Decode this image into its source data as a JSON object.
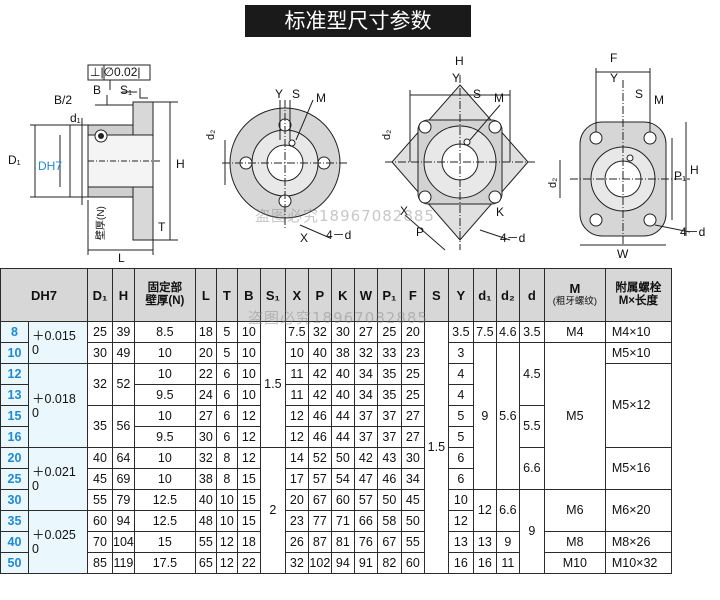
{
  "title": "标准型尺寸参数",
  "watermark": "盗图必究18967082885",
  "drawing_labels": {
    "tolerance_frame": "⊥|∅0.02|",
    "b_half": "B/2",
    "b": "B",
    "s1": "S₁",
    "d1": "d₁",
    "D1": "D₁",
    "DH7": "DH7",
    "wall": "壁厚(N)",
    "L": "L",
    "T": "T",
    "H": "H",
    "Y": "Y",
    "S": "S",
    "M": "M",
    "d2": "d₂",
    "X": "X",
    "P": "P",
    "K": "K",
    "d4": "4－d",
    "F": "F",
    "P1": "P₁",
    "W": "W"
  },
  "table": {
    "headers": {
      "dh7": "DH7",
      "d1": "D₁",
      "h": "H",
      "wall_line1": "固定部",
      "wall_line2": "壁厚(N)",
      "l": "L",
      "t": "T",
      "b": "B",
      "s1": "S₁",
      "x": "X",
      "p": "P",
      "k": "K",
      "w": "W",
      "p1": "P₁",
      "f": "F",
      "s": "S",
      "y": "Y",
      "sd1": "d₁",
      "sd2": "d₂",
      "d": "d",
      "m": "M",
      "m_sub": "(粗牙螺纹)",
      "bolt_line1": "附属螺栓",
      "bolt_line2": "M×长度"
    },
    "tolerances": [
      {
        "upper": "＋0.015",
        "lower": "0"
      },
      {
        "upper": "＋0.018",
        "lower": "0"
      },
      {
        "upper": "＋0.021",
        "lower": "0"
      },
      {
        "upper": "＋0.025",
        "lower": "0"
      }
    ],
    "rows": [
      {
        "dh7": "8",
        "d1": "25",
        "h": "39",
        "n": "8.5",
        "l": "18",
        "t": "5",
        "b": "10",
        "x": "7.5",
        "p": "32",
        "k": "30",
        "w": "27",
        "p1": "25",
        "f": "20",
        "y": "3.5"
      },
      {
        "dh7": "10",
        "d1": "30",
        "h": "49",
        "n": "10",
        "l": "20",
        "t": "5",
        "b": "10",
        "x": "10",
        "p": "40",
        "k": "38",
        "w": "32",
        "p1": "33",
        "f": "23",
        "y": "3"
      },
      {
        "dh7": "12",
        "d1": "32",
        "h": "52",
        "n": "10",
        "l": "22",
        "t": "6",
        "b": "10",
        "x": "11",
        "p": "42",
        "k": "40",
        "w": "34",
        "p1": "35",
        "f": "25",
        "y": "4"
      },
      {
        "dh7": "13",
        "d1": "",
        "h": "",
        "n": "9.5",
        "l": "24",
        "t": "6",
        "b": "10",
        "x": "11",
        "p": "42",
        "k": "40",
        "w": "34",
        "p1": "35",
        "f": "25",
        "y": "4"
      },
      {
        "dh7": "15",
        "d1": "35",
        "h": "56",
        "n": "10",
        "l": "27",
        "t": "6",
        "b": "12",
        "x": "12",
        "p": "46",
        "k": "44",
        "w": "37",
        "p1": "37",
        "f": "27",
        "y": "5"
      },
      {
        "dh7": "16",
        "d1": "",
        "h": "",
        "n": "9.5",
        "l": "30",
        "t": "6",
        "b": "12",
        "x": "12",
        "p": "46",
        "k": "44",
        "w": "37",
        "p1": "37",
        "f": "27",
        "y": "5"
      },
      {
        "dh7": "20",
        "d1": "40",
        "h": "64",
        "n": "10",
        "l": "32",
        "t": "8",
        "b": "12",
        "x": "14",
        "p": "52",
        "k": "50",
        "w": "42",
        "p1": "43",
        "f": "30",
        "y": "6"
      },
      {
        "dh7": "25",
        "d1": "45",
        "h": "69",
        "n": "10",
        "l": "38",
        "t": "8",
        "b": "15",
        "x": "17",
        "p": "57",
        "k": "54",
        "w": "47",
        "p1": "46",
        "f": "34",
        "y": "6"
      },
      {
        "dh7": "30",
        "d1": "55",
        "h": "79",
        "n": "12.5",
        "l": "40",
        "t": "10",
        "b": "15",
        "x": "20",
        "p": "67",
        "k": "60",
        "w": "57",
        "p1": "50",
        "f": "45",
        "y": "10"
      },
      {
        "dh7": "35",
        "d1": "60",
        "h": "94",
        "n": "12.5",
        "l": "48",
        "t": "10",
        "b": "15",
        "x": "23",
        "p": "77",
        "k": "71",
        "w": "66",
        "p1": "58",
        "f": "50",
        "y": "12"
      },
      {
        "dh7": "40",
        "d1": "70",
        "h": "104",
        "n": "15",
        "l": "55",
        "t": "12",
        "b": "18",
        "x": "26",
        "p": "87",
        "k": "81",
        "w": "76",
        "p1": "67",
        "f": "55",
        "y": "13"
      },
      {
        "dh7": "50",
        "d1": "85",
        "h": "119",
        "n": "17.5",
        "l": "65",
        "t": "12",
        "b": "22",
        "x": "32",
        "p": "102",
        "k": "94",
        "w": "91",
        "p1": "82",
        "f": "60",
        "y": "16"
      }
    ],
    "merged": {
      "s1_a": "1.5",
      "s1_b": "2",
      "s": "1.5",
      "sd1_a": "7.5",
      "sd1_b": "9",
      "sd1_c": "12",
      "sd1_d": "13",
      "sd1_e": "16",
      "sd2_a": "4.6",
      "sd2_b": "5.6",
      "sd2_c": "6.6",
      "sd2_d": "9",
      "sd2_e": "11",
      "d_a": "3.5",
      "d_b": "4.5",
      "d_c": "5.5",
      "d_d": "6.6",
      "d_e": "9",
      "m_a": "M4",
      "m_b": "M5",
      "m_c": "M6",
      "m_d": "M8",
      "m_e": "M10",
      "bolt_a": "M4×10",
      "bolt_b": "M5×10",
      "bolt_c": "M5×12",
      "bolt_d": "M5×16",
      "bolt_e": "M6×20",
      "bolt_f": "M8×26",
      "bolt_g": "M10×32"
    }
  }
}
